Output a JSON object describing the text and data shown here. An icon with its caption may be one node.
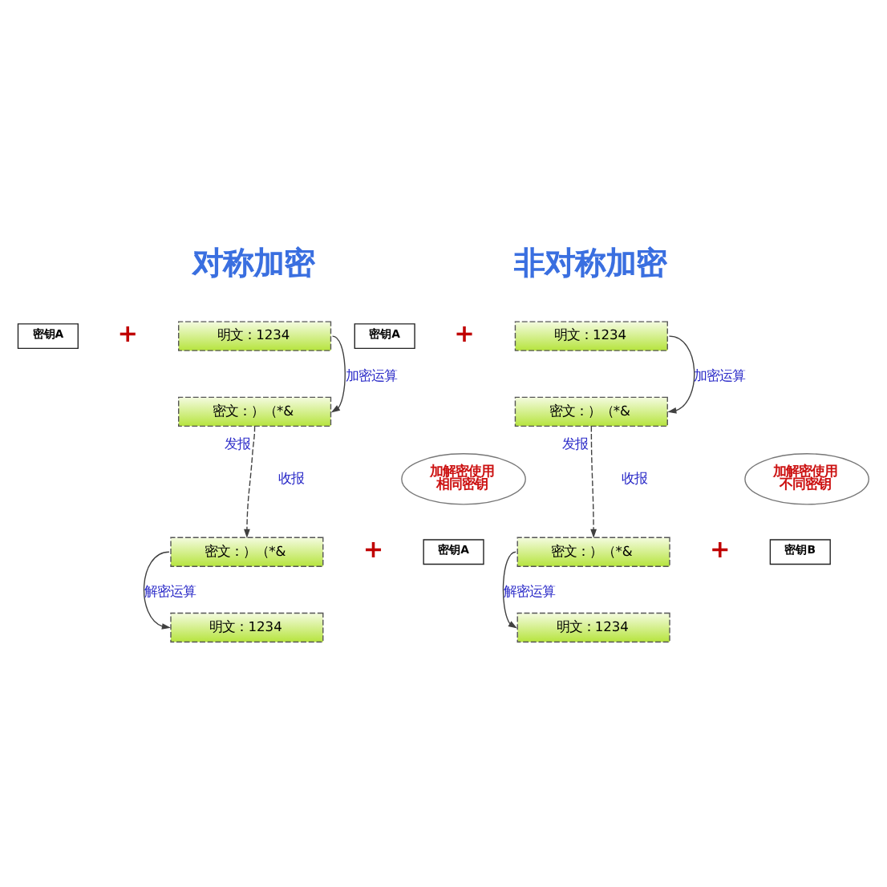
{
  "diagram": {
    "nodes": [
      {
        "text": [
          "密钥A"
        ]
      },
      {
        "text": [
          "明文：1234"
        ]
      },
      {
        "text": [
          "密文：）（*&"
        ]
      },
      {
        "text": [
          "密文：）（*&"
        ]
      },
      {
        "text": [
          "明文：1234"
        ]
      },
      {
        "text": [
          "密钥A"
        ]
      },
      {
        "text": [
          "加解密使用相同密钥"
        ]
      },
      {
        "text": [
          "密钥A"
        ]
      },
      {
        "text": [
          "明文：1234"
        ]
      },
      {
        "text": [
          "密文：）（*&"
        ]
      },
      {
        "text": [
          "密文：）（*&"
        ]
      },
      {
        "text": [
          "明文：1234"
        ]
      },
      {
        "text": [
          "密钥B"
        ]
      },
      {
        "text": [
          "加解密使用不同密钥"
        ]
      }
    ],
    "edges": [
      {
        "from": 1,
        "to": 2,
        "arrow": "to",
        "label": "加密运算"
      },
      {
        "from": 2,
        "to": 3,
        "arrow": "to",
        "style": "dashed",
        "label": "发报"
      },
      {
        "from": 3,
        "to": 4,
        "arrow": "to",
        "label": "解密运算"
      },
      {
        "from": 8,
        "to": 9,
        "arrow": "to",
        "label": "加密运算"
      },
      {
        "from": 9,
        "to": 10,
        "arrow": "to",
        "style": "dashed",
        "label": "发报"
      },
      {
        "from": 10,
        "to": 11,
        "arrow": "to",
        "label": "解密运算"
      }
    ],
    "labels": [
      "对称加密",
      "+",
      "收报",
      "+",
      "非对称加密",
      "+",
      "收报",
      "+"
    ]
  }
}
